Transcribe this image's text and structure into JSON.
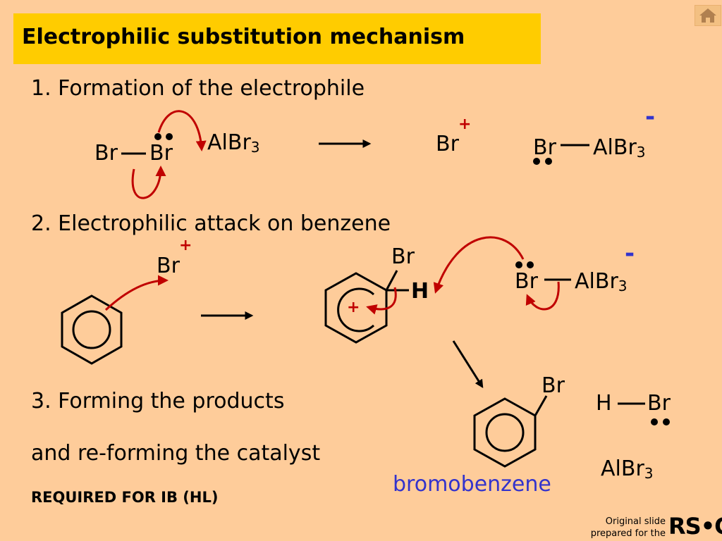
{
  "title": "Electrophilic substitution mechanism",
  "steps": {
    "step1": "1.  Formation of the electrophile",
    "step2": "2.  Electrophilic attack on benzene",
    "step3": "3.  Forming the products",
    "step3b": "and re-forming the catalyst"
  },
  "chemistry": {
    "br": "Br",
    "albr": "AlBr",
    "sub3": "3",
    "h": "H",
    "plus": "+",
    "minus": "-",
    "product_name": "bromobenzene"
  },
  "footer": {
    "required": "REQUIRED FOR IB (HL)",
    "credit_line1": "Original slide",
    "credit_line2": "prepared for the",
    "rsc": "RS•C"
  },
  "colors": {
    "background": "#fecc9a",
    "title_bar": "#ffcc00",
    "arrow_red": "#c00000",
    "charge_plus": "#c00000",
    "charge_minus": "#3333cc",
    "product_name": "#3333cc"
  },
  "icons": [
    "home-icon"
  ]
}
